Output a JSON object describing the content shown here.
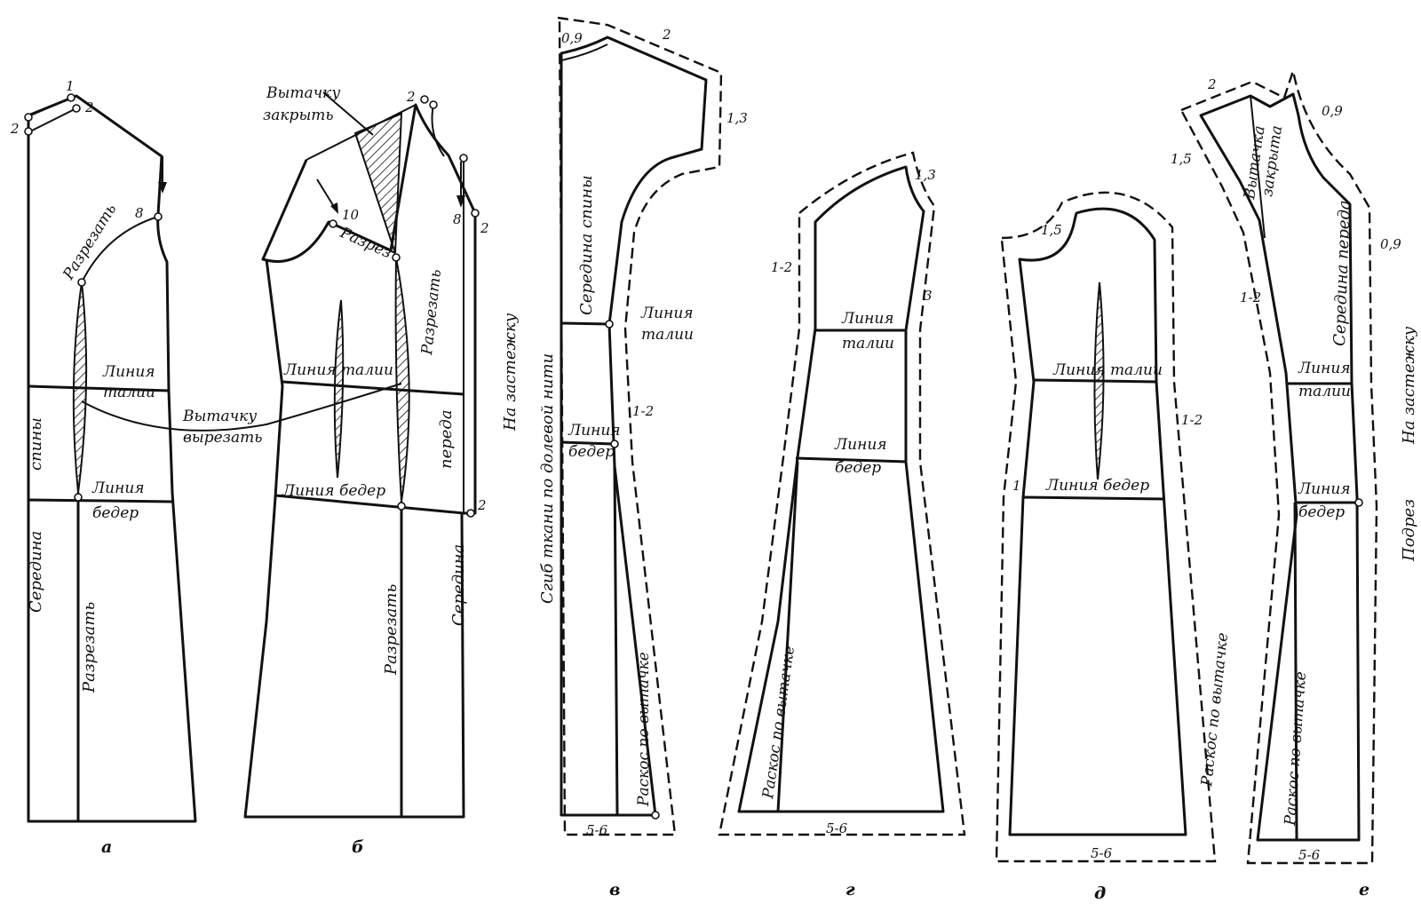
{
  "figures": {
    "a": {
      "caption": "а",
      "points": {
        "p1": "1",
        "p2_left": "2",
        "p2_right": "2",
        "p8": "8"
      },
      "labels": {
        "cut_top": "Разрезать",
        "waist_1": "Линия",
        "waist_2": "талии",
        "hips_1": "Линия",
        "hips_2": "бедер",
        "center_1": "Середина",
        "center_2": "спины",
        "cut_bottom": "Разрезать"
      }
    },
    "b": {
      "caption": "б",
      "points": {
        "p2": "2",
        "p8": "8",
        "p2b": "2",
        "p10": "10",
        "p2c": "2"
      },
      "labels": {
        "close_dart_1": "Вытачку",
        "close_dart_2": "закрыть",
        "cut_dart": "Разрез",
        "cut_side": "Разрезать",
        "waist": "Линия талии",
        "hips": "Линия бедер",
        "center_1": "Середина",
        "center_2": "переда",
        "closure": "На застежку",
        "cut_bottom": "Разрезать"
      }
    },
    "shared": {
      "cut_out_dart_1": "Вытачку",
      "cut_out_dart_2": "вырезать"
    },
    "v": {
      "caption": "в",
      "points": {
        "p09": "0,9",
        "p2": "2",
        "p13": "1,3",
        "p12": "1-2",
        "p56": "5-6"
      },
      "labels": {
        "fold": "Сгиб ткани по долевой нити",
        "center_back": "Середина спины",
        "waist_1": "Линия",
        "waist_2": "талии",
        "hips_1": "Линия",
        "hips_2": "бедер",
        "slope": "Раскос по вытачке"
      }
    },
    "g": {
      "caption": "г",
      "points": {
        "p13": "1,3",
        "p12": "1-2",
        "p3": "3",
        "p56": "5-6"
      },
      "labels": {
        "waist_1": "Линия",
        "waist_2": "талии",
        "hips_1": "Линия",
        "hips_2": "бедер",
        "slope": "Раскос по вытачке"
      }
    },
    "d": {
      "caption": "д",
      "points": {
        "p15": "1,5",
        "p12": "1-2",
        "p1": "1",
        "p56": "5-6"
      },
      "labels": {
        "waist": "Линия талии",
        "hips": "Линия бедер",
        "slope": "Раскос по вытачке"
      }
    },
    "e": {
      "caption": "е",
      "points": {
        "p2": "2",
        "p09a": "0,9",
        "p15": "1,5",
        "p12": "1-2",
        "p09b": "0,9",
        "p56": "5-6"
      },
      "labels": {
        "dart_closed_1": "Вытачка",
        "dart_closed_2": "закрыта",
        "center_front": "Середина переда",
        "waist_1": "Линия",
        "waist_2": "талии",
        "hips_1": "Линия",
        "hips_2": "бедер",
        "closure": "На застежку",
        "cut": "Подрез",
        "slope": "Раскос по вытачке"
      }
    }
  }
}
